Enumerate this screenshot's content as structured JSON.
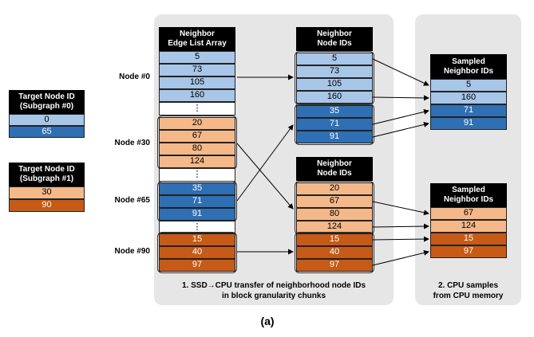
{
  "target_subgraph0": {
    "header_line1": "Target Node ID",
    "header_line2": "(Subgraph #0)",
    "values": [
      "0",
      "65"
    ]
  },
  "target_subgraph1": {
    "header_line1": "Target Node ID",
    "header_line2": "(Subgraph #1)",
    "values": [
      "30",
      "90"
    ]
  },
  "edge_list": {
    "header_line1": "Neighbor",
    "header_line2": "Edge List Array",
    "node0": [
      "5",
      "73",
      "105",
      "160"
    ],
    "node30": [
      "20",
      "67",
      "80",
      "124"
    ],
    "node65": [
      "35",
      "71",
      "91"
    ],
    "node90": [
      "15",
      "40",
      "97"
    ],
    "ellipsis": "⋮"
  },
  "node_labels": {
    "n0": "Node #0",
    "n30": "Node #30",
    "n65": "Node #65",
    "n90": "Node #90"
  },
  "neighbor_ids_top": {
    "header_line1": "Neighbor",
    "header_line2": "Node IDs",
    "values": [
      "5",
      "73",
      "105",
      "160",
      "35",
      "71",
      "91"
    ]
  },
  "neighbor_ids_bottom": {
    "header_line1": "Neighbor",
    "header_line2": "Node IDs",
    "values": [
      "20",
      "67",
      "80",
      "124",
      "15",
      "40",
      "97"
    ]
  },
  "sampled_top": {
    "header_line1": "Sampled",
    "header_line2": "Neighbor IDs",
    "values": [
      "5",
      "160",
      "71",
      "91"
    ]
  },
  "sampled_bottom": {
    "header_line1": "Sampled",
    "header_line2": "Neighbor IDs",
    "values": [
      "67",
      "124",
      "15",
      "97"
    ]
  },
  "captions": {
    "step1_line1": "1. SSD→CPU transfer of neighborhood  node IDs",
    "step1_line2": "in block granularity chunks",
    "step2_line1": "2. CPU samples",
    "step2_line2": "from CPU memory",
    "figure_label": "(a)"
  }
}
